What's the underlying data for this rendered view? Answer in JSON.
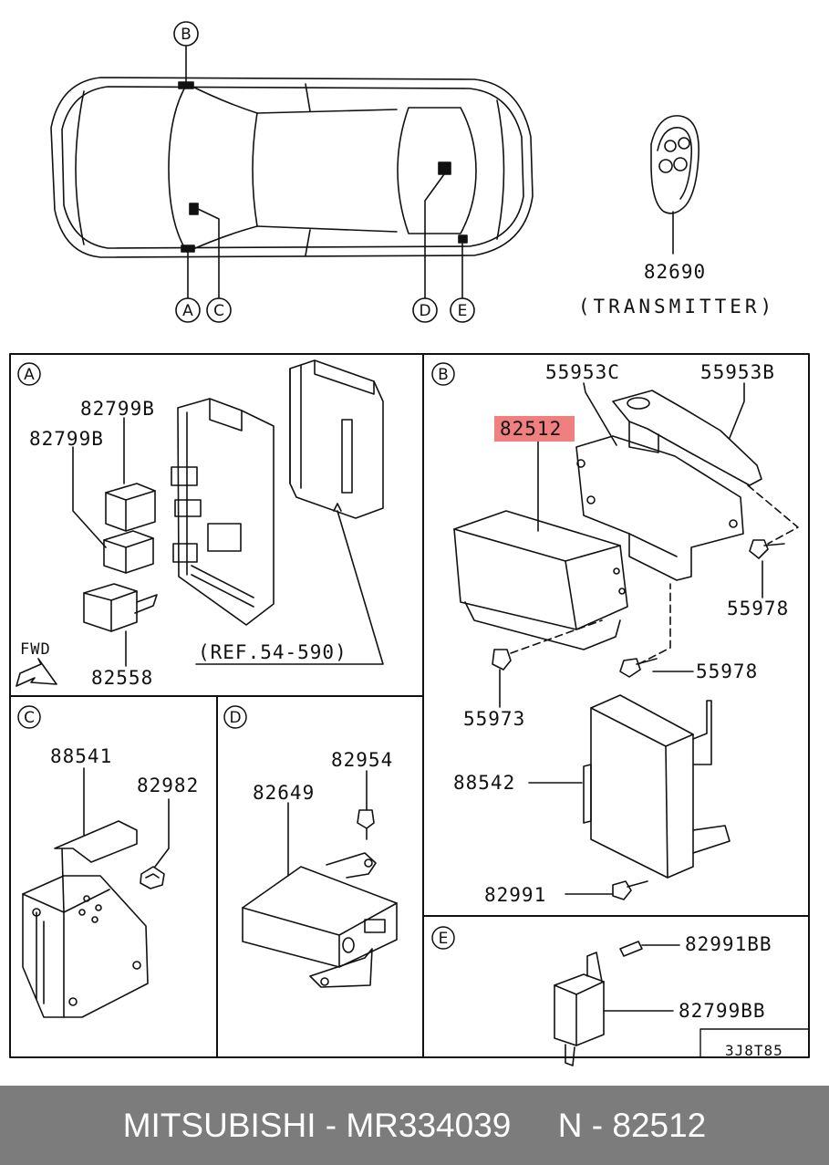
{
  "car_markers": [
    "B",
    "A",
    "C",
    "D",
    "E"
  ],
  "transmitter": {
    "part": "82690",
    "label": "(TRANSMITTER)"
  },
  "sections": {
    "A": {
      "letter": "A",
      "parts": [
        "82799B",
        "82799B",
        "82558"
      ],
      "fwd": "FWD",
      "ref": "(REF.54-590)"
    },
    "B": {
      "letter": "B",
      "parts": [
        "55953C",
        "55953B",
        "82512",
        "55978",
        "55978",
        "55973",
        "88542",
        "82991"
      ],
      "highlight": "82512",
      "highlight_color": "#f08080"
    },
    "C": {
      "letter": "C",
      "parts": [
        "88541",
        "82982"
      ]
    },
    "D": {
      "letter": "D",
      "parts": [
        "82954",
        "82649"
      ]
    },
    "E": {
      "letter": "E",
      "parts": [
        "82991BB",
        "82799BB"
      ]
    }
  },
  "diagram_code": "3J8T85",
  "footer": {
    "text": "MITSUBISHI - MR334039     N - 82512",
    "background": "#7c7c7c"
  }
}
